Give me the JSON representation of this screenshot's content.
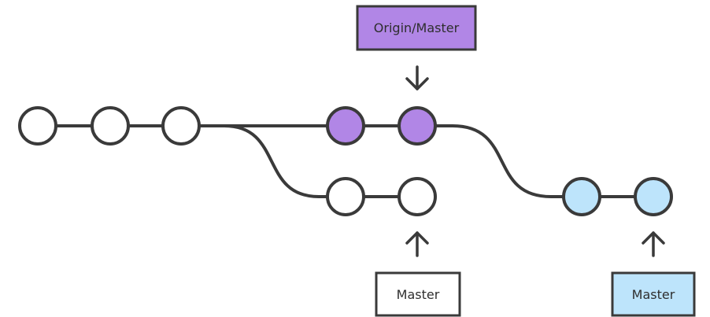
{
  "colors": {
    "stroke": "#3a3a3a",
    "commit_default": "#ffffff",
    "origin": "#b186e6",
    "local": "#bde4fb",
    "label_box_default": "#ffffff",
    "text": "#2e2e2e"
  },
  "diagram": {
    "commits": [
      {
        "id": "c1",
        "branch": "shared",
        "color": "commit_default"
      },
      {
        "id": "c2",
        "branch": "shared",
        "color": "commit_default"
      },
      {
        "id": "c3",
        "branch": "shared",
        "color": "commit_default"
      },
      {
        "id": "o1",
        "branch": "origin",
        "color": "origin"
      },
      {
        "id": "o2",
        "branch": "origin",
        "color": "origin"
      },
      {
        "id": "b1",
        "branch": "old-local",
        "color": "commit_default"
      },
      {
        "id": "b2",
        "branch": "old-local",
        "color": "commit_default"
      },
      {
        "id": "l1",
        "branch": "local",
        "color": "local"
      },
      {
        "id": "l2",
        "branch": "local",
        "color": "local"
      }
    ],
    "refs": [
      {
        "id": "origin-master",
        "label": "Origin/Master",
        "points_to": "o2",
        "fill": "origin",
        "arrow": "down"
      },
      {
        "id": "old-master",
        "label": "Master",
        "points_to": "b2",
        "fill": "label_box_default",
        "arrow": "up"
      },
      {
        "id": "new-master",
        "label": "Master",
        "points_to": "l2",
        "fill": "local",
        "arrow": "up"
      }
    ]
  }
}
